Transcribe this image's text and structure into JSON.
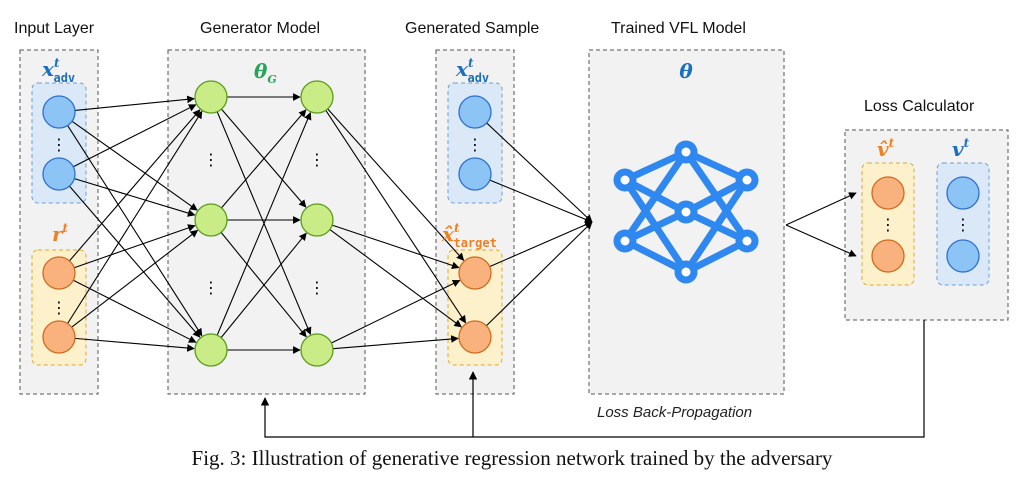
{
  "headers": {
    "input_layer": "Input Layer",
    "generator_model": "Generator Model",
    "generated_sample": "Generated Sample",
    "trained_vfl": "Trained VFL Model",
    "loss_calculator": "Loss Calculator"
  },
  "symbols": {
    "x_adv_base": "x",
    "x_adv_sup": "t",
    "x_adv_sub": "adv",
    "r_base": "r",
    "r_sup": "t",
    "theta_g_base": "θ",
    "theta_g_sub": "G",
    "x_target_base": "x̂",
    "x_target_sup": "t",
    "x_target_sub": "target",
    "theta": "θ",
    "v_hat_base": "v̂",
    "v_hat_sup": "t",
    "v_base": "v",
    "v_sup": "t"
  },
  "labels": {
    "loss_backprop": "Loss Back-Propagation",
    "ellipsis": "⋮"
  },
  "caption": "Fig. 3: Illustration of generative regression network trained by the adversary",
  "colors": {
    "blue_node": "#8cc4f5",
    "blue_stroke": "#2f6fd0",
    "blue_panel": "#dbe8f8",
    "orange_node": "#f9b27e",
    "orange_stroke": "#d06a1e",
    "orange_panel": "#fdf1cc",
    "green_node": "#c9ec86",
    "green_stroke": "#5a9b1b",
    "panel_gray": "#f2f2f2",
    "nn_icon": "#2f88f0",
    "math_blue": "#1a6fc0",
    "math_orange": "#f07f1e",
    "math_green": "#27a35a"
  }
}
